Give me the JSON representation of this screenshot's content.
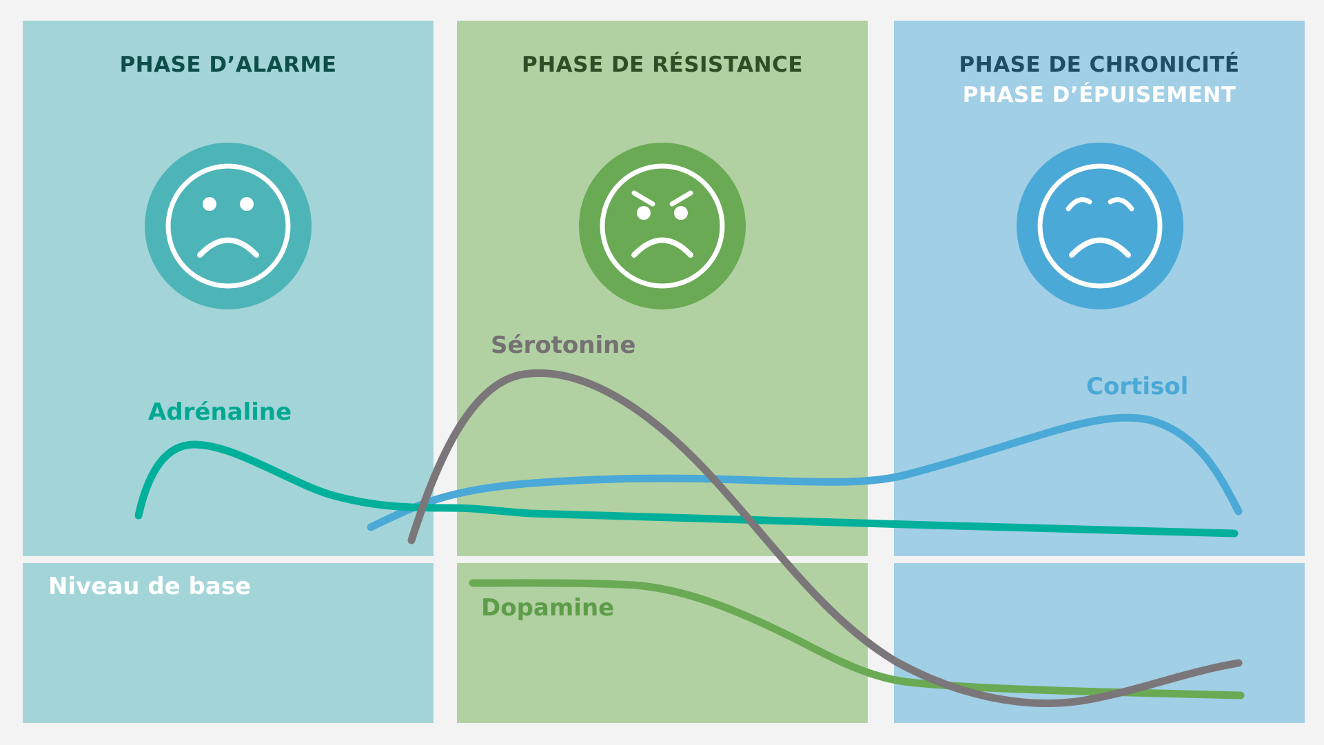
{
  "phases": [
    {
      "title": "PHASE D’ALARME",
      "mood": "sad",
      "color": "#4db5b8",
      "title_color": "#0d4d4a"
    },
    {
      "title": "PHASE DE RÉSISTANCE",
      "mood": "angry",
      "color": "#6aaa54",
      "title_color": "#2f4e25"
    },
    {
      "title": "PHASE DE CHRONICITÉ",
      "subtitle": "PHASE D’ÉPUISEMENT",
      "mood": "exhausted",
      "color": "#4aa9d6",
      "title_color": "#1f4d66",
      "subtitle_color": "#ffffff"
    }
  ],
  "baseline_label": "Niveau de base",
  "curves": [
    {
      "name": "Adrénaline",
      "color": "#00b09a"
    },
    {
      "name": "Sérotonine",
      "color": "#7b7679"
    },
    {
      "name": "Cortisol",
      "color": "#4aa9d6"
    },
    {
      "name": "Dopamine",
      "color": "#6aaa54"
    }
  ],
  "colors": {
    "background": "#f3f3f3",
    "panel_alarm": "#a3d5d8",
    "panel_resistance": "#b1d1a2",
    "panel_chronic": "#a1cfe5"
  }
}
